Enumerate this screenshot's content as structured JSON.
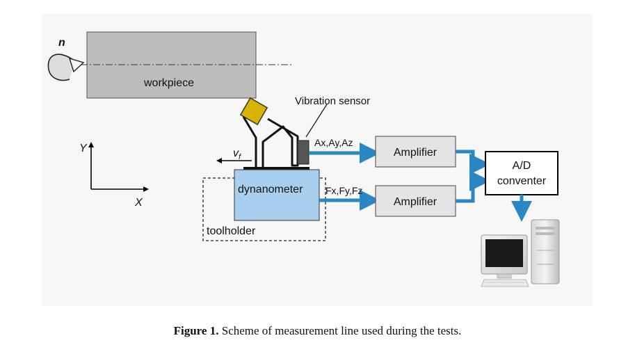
{
  "diagram": {
    "rotation_label": "n",
    "workpiece_label": "workpiece",
    "sensor_label": "Vibration sensor",
    "feed_label": "v",
    "feed_subscript": "f",
    "axis_y": "Y",
    "axis_x": "X",
    "dynamometer_label": "dynanometer",
    "toolholder_label": "toolholder",
    "accel_signal_label": "Ax,Ay,Az",
    "force_signal_label": "Fx,Fy,Fz",
    "amplifier_top_label": "Amplifier",
    "amplifier_bottom_label": "Amplifier",
    "adc_line1": "A/D",
    "adc_line2": "conventer",
    "colors": {
      "background_panel": "#f7f7f7",
      "workpiece_fill": "#bdbdbd",
      "insert_fill": "#d8b400",
      "dynamometer_fill": "#a9cfee",
      "arrow_blue": "#2b86c5",
      "amplifier_fill": "#e4e4e4",
      "sensor_fill": "#555555"
    }
  },
  "caption": {
    "label": "Figure 1.",
    "text": "Scheme of measurement line used during the tests."
  }
}
